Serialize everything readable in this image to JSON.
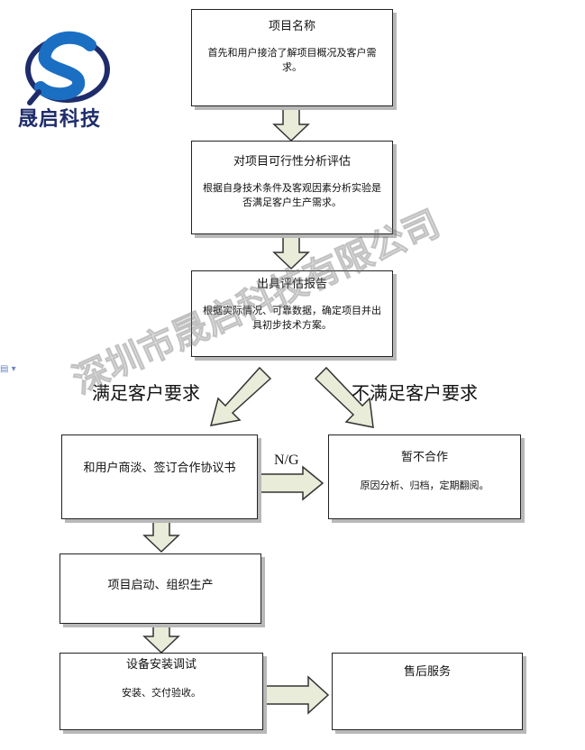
{
  "logo": {
    "text": "晟启科技",
    "color": "#1f2c6b",
    "accent": "#1b6fc3"
  },
  "watermark": "深圳市晟启科技有限公司",
  "steps": [
    {
      "title": "项目名称",
      "desc": "首先和用户接洽了解项目概况及客户需求。"
    },
    {
      "title": "对项目可行性分析评估",
      "desc": "根据自身技术条件及客观因素分析实验是否满足客户生产需求。"
    },
    {
      "title": "出具评估报告",
      "desc": "根据实际情况、可靠数据，确定项目并出具初步技术方案。"
    },
    {
      "title": "和用户商淡、签订合作协议书",
      "desc": ""
    },
    {
      "title": "暂不合作",
      "desc": "原因分析、归档，定期翻阅。"
    },
    {
      "title": "项目启动、组织生产",
      "desc": ""
    },
    {
      "title": "设备安装调试",
      "desc": "安装、交付验收。"
    },
    {
      "title": "售后服务",
      "desc": ""
    }
  ],
  "branches": {
    "yes": "满足客户要求",
    "no": "不满足客户要求",
    "ng": "N/G"
  },
  "colors": {
    "arrow_fill": "#e8ecd8",
    "arrow_stroke": "#333333",
    "border": "#222222",
    "shadow": "#b8b8b8"
  }
}
